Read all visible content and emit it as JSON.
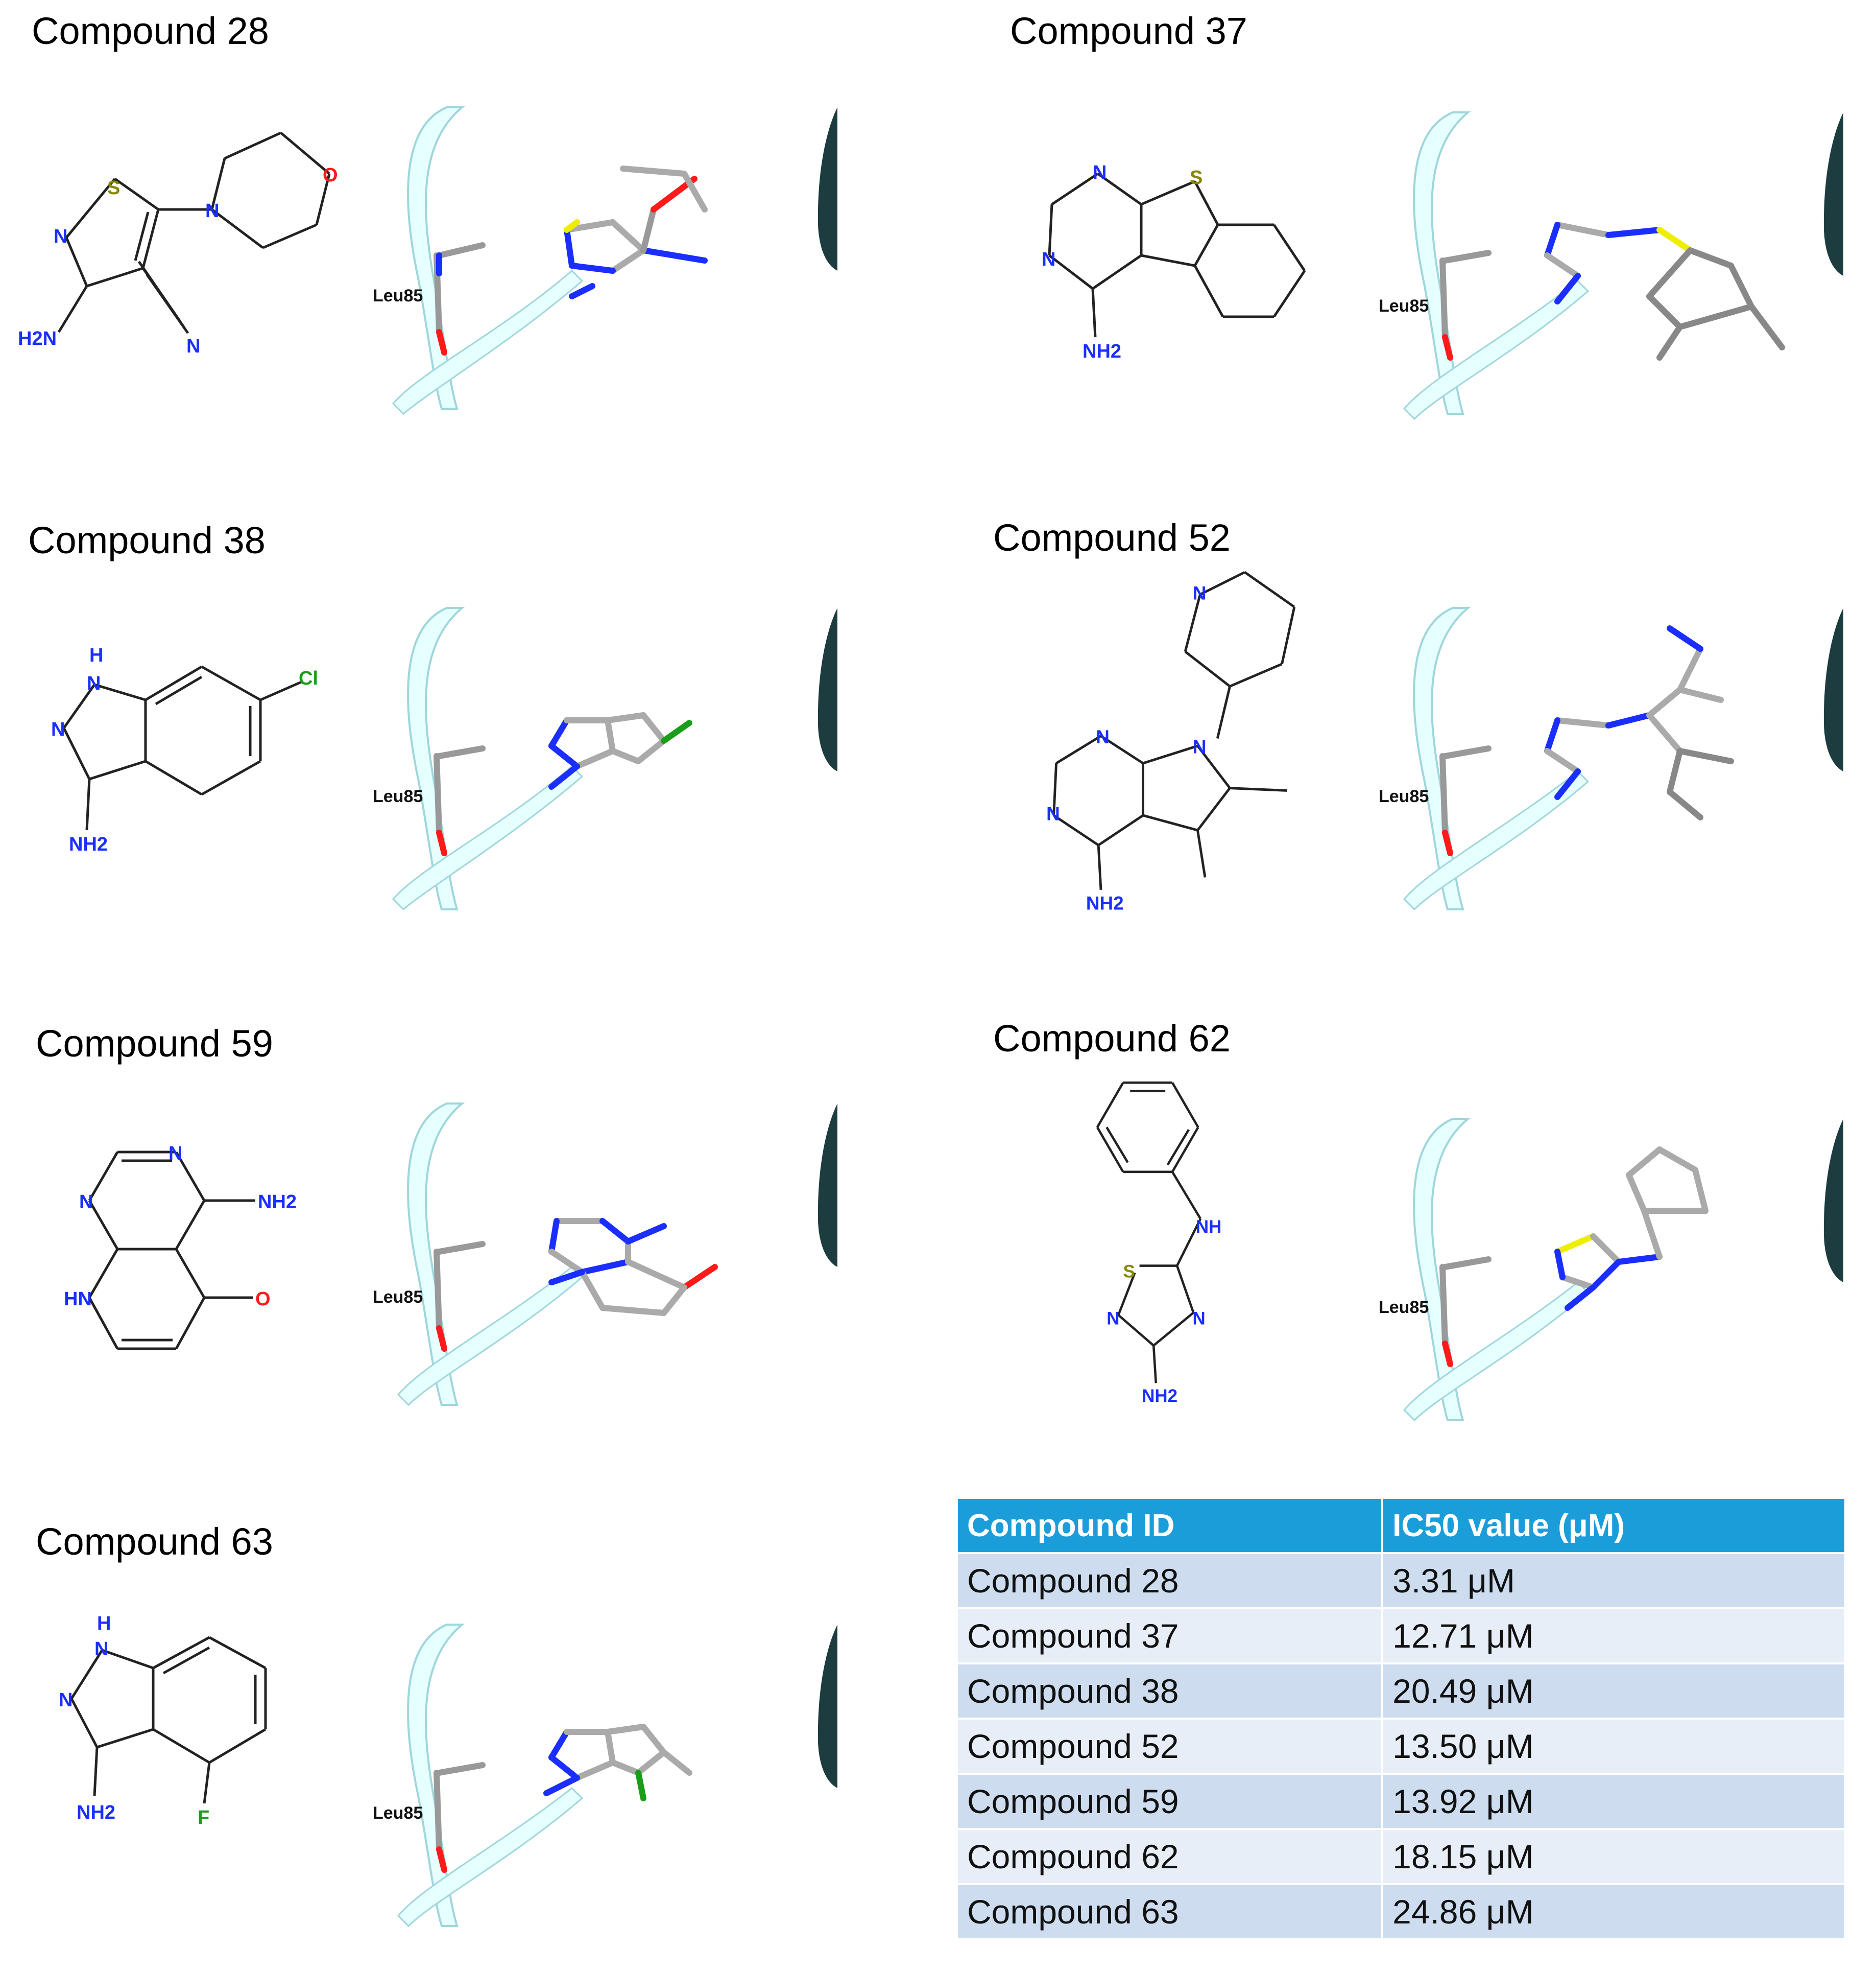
{
  "panels": [
    {
      "title": "Compound 28",
      "residue": "Leu85",
      "atoms": {
        "s": "S",
        "n1": "N",
        "nh2": "H2N",
        "cn": "N",
        "nm": "N",
        "o": "O"
      }
    },
    {
      "title": "Compound 37",
      "residue": "Leu85",
      "atoms": {
        "n1": "N",
        "n2": "N",
        "s": "S",
        "nh2": "NH2"
      }
    },
    {
      "title": "Compound 38",
      "residue": "Leu85",
      "atoms": {
        "h": "H",
        "n1": "N",
        "n2": "N",
        "cl": "Cl",
        "nh2": "NH2"
      }
    },
    {
      "title": "Compound 52",
      "residue": "Leu85",
      "atoms": {
        "npy": "N",
        "n1": "N",
        "n2": "N",
        "n7": "N",
        "nh2": "NH2"
      }
    },
    {
      "title": "Compound 59",
      "residue": "Leu85",
      "atoms": {
        "n1": "N",
        "n2": "N",
        "nh2": "NH2",
        "hn": "HN",
        "o": "O"
      }
    },
    {
      "title": "Compound 62",
      "residue": "Leu85",
      "atoms": {
        "nh": "NH",
        "s": "S",
        "n1": "N",
        "n2": "N",
        "nh2": "NH2"
      }
    },
    {
      "title": "Compound 63",
      "residue": "Leu85",
      "atoms": {
        "h": "H",
        "n1": "N",
        "n2": "N",
        "nh2": "NH2",
        "f": "F"
      }
    }
  ],
  "table": {
    "headers": [
      "Compound  ID",
      "IC50 value (μM)"
    ],
    "rows": [
      [
        "Compound 28",
        "3.31 μM"
      ],
      [
        "Compound 37",
        "12.71 μM"
      ],
      [
        "Compound 38",
        "20.49 μM"
      ],
      [
        "Compound 52",
        "13.50 μM"
      ],
      [
        "Compound 59",
        "13.92 μM"
      ],
      [
        "Compound 62",
        "18.15 μM"
      ],
      [
        "Compound 63",
        "24.86 μM"
      ]
    ]
  },
  "colors": {
    "nitrogen": "#1a2eff",
    "oxygen": "#ff1a1a",
    "sulfur": "#888800",
    "halogen": "#1a9e1a",
    "ribbon": "#e6ffff",
    "ribbon_edge": "#9fd6dc",
    "sheet_dark": "#1d3c40",
    "table_header": "#1b9dd9"
  }
}
